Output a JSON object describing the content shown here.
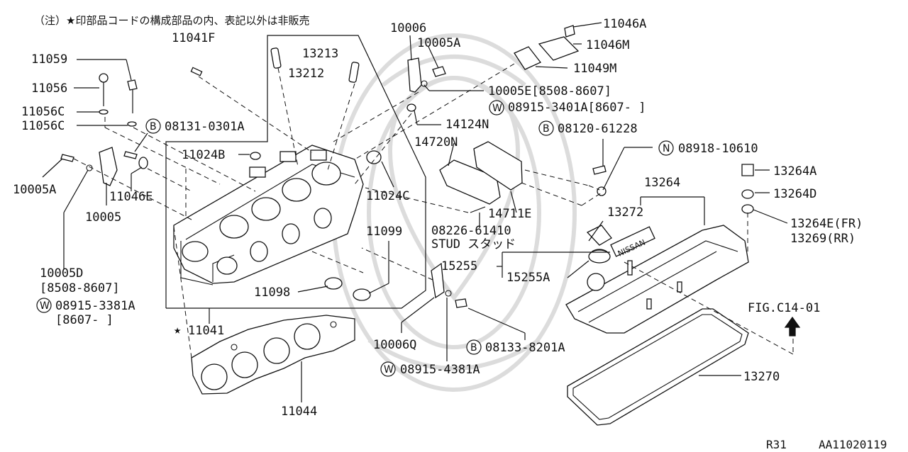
{
  "header_note": "（注）★印部品コードの構成部品の内、表記以外は非販売",
  "labels": {
    "p11041F": "11041F",
    "p13213": "13213",
    "p13212": "13212",
    "p11059": "11059",
    "p11056": "11056",
    "p11056C_a": "11056C",
    "p11056C_b": "11056C",
    "p08131": "08131-0301A",
    "p11024B": "11024B",
    "p10005A_left": "10005A",
    "p11046E": "11046E",
    "p10005": "10005",
    "p10005D": "10005D",
    "p10005D_range": "[8508-8607]",
    "p08915_3381A": "08915-3381A",
    "p08915_3381A_range": "[8607-  ]",
    "p11041": "11041",
    "p11098": "11098",
    "p11099": "11099",
    "p11024C": "11024C",
    "p10006": "10006",
    "p10005A_top": "10005A",
    "p10005E": "10005E[8508-8607]",
    "p08915_3401A": "08915-3401A[8607-  ]",
    "p14124N": "14124N",
    "p14720N": "14720N",
    "p14711E": "14711E",
    "p08226": "08226-61410",
    "p_stud": "STUD スタッド",
    "p15255": "15255",
    "p15255A": "15255A",
    "p10006Q": "10006Q",
    "p08133": "08133-8201A",
    "p08915_4381A": "08915-4381A",
    "p11044": "11044",
    "p11046A": "11046A",
    "p11046M": "11046M",
    "p11049M": "11049M",
    "p08120": "08120-61228",
    "p08918": "08918-10610",
    "p13264": "13264",
    "p13272": "13272",
    "p13264A": "13264A",
    "p13264D": "13264D",
    "p13264E": "13264E(FR)",
    "p13269": "13269(RR)",
    "p_fig": "FIG.C14-01",
    "p13270": "13270"
  },
  "callout_letters": {
    "B": "B",
    "W": "W",
    "N": "N"
  },
  "footer": {
    "model": "R31",
    "code": "AA11020119"
  },
  "cover_emblem": "NISSAN",
  "star_mark": "★"
}
